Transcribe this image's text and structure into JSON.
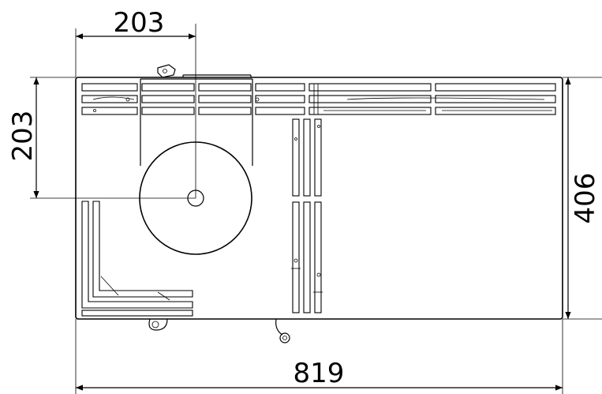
{
  "dimensions": {
    "top_width": "203",
    "left_height": "203",
    "right_height": "406",
    "bottom_width": "819"
  }
}
